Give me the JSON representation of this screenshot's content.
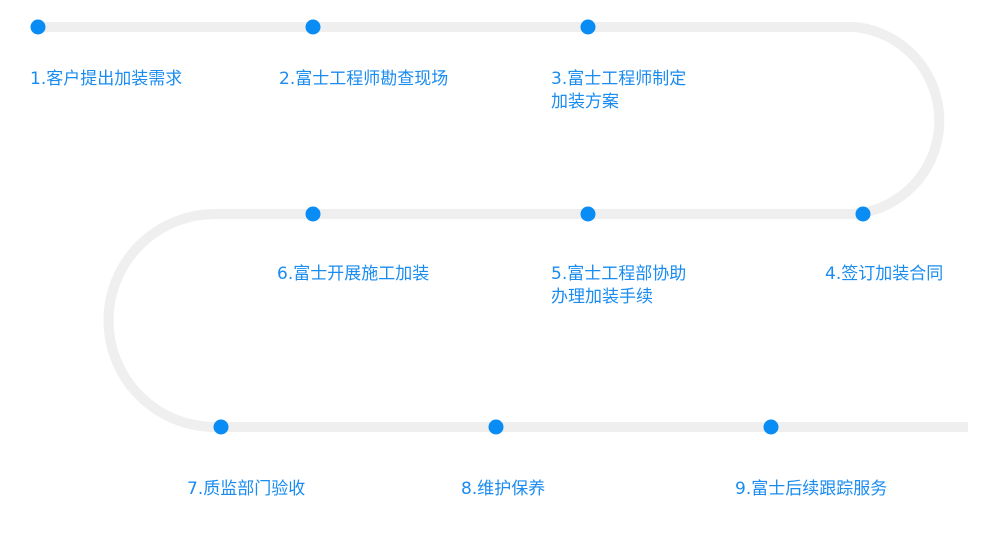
{
  "colors": {
    "track": "#efefef",
    "dot": "#0a8cf5",
    "label": "#1a8cf0"
  },
  "steps": [
    {
      "lines": [
        "1.客户提出加装需求"
      ]
    },
    {
      "lines": [
        "2.富士工程师勘查现场"
      ]
    },
    {
      "lines": [
        "3.富士工程师制定",
        "加装方案"
      ]
    },
    {
      "lines": [
        "4.签订加装合同"
      ]
    },
    {
      "lines": [
        "5.富士工程部协助",
        "办理加装手续"
      ]
    },
    {
      "lines": [
        "6.富士开展施工加装"
      ]
    },
    {
      "lines": [
        "7.质监部门验收"
      ]
    },
    {
      "lines": [
        "8.维护保养"
      ]
    },
    {
      "lines": [
        "9.富士后续跟踪服务"
      ]
    }
  ]
}
